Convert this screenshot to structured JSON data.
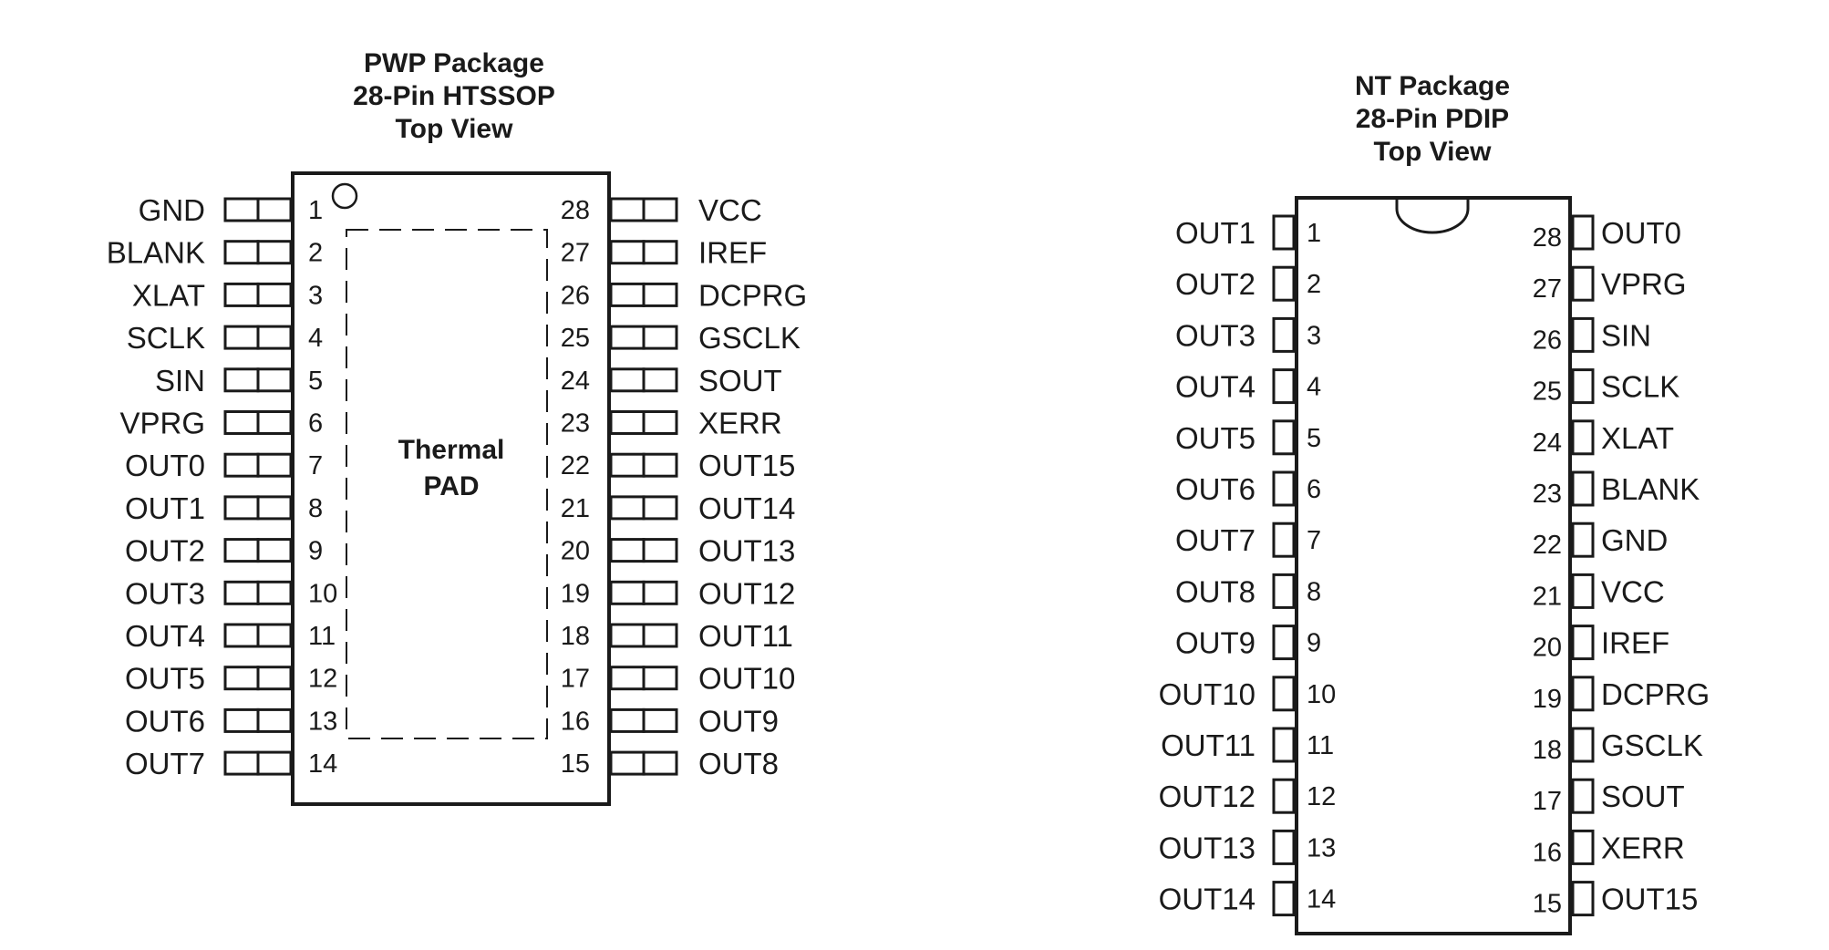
{
  "diagrams": [
    {
      "id": "pwp",
      "title_lines": [
        "PWP Package",
        "28-Pin HTSSOP",
        "Top View"
      ],
      "pad_label_lines": [
        "Thermal",
        "PAD"
      ],
      "left_pins": [
        {
          "num": "1",
          "name": "GND"
        },
        {
          "num": "2",
          "name": "BLANK"
        },
        {
          "num": "3",
          "name": "XLAT"
        },
        {
          "num": "4",
          "name": "SCLK"
        },
        {
          "num": "5",
          "name": "SIN"
        },
        {
          "num": "6",
          "name": "VPRG"
        },
        {
          "num": "7",
          "name": "OUT0"
        },
        {
          "num": "8",
          "name": "OUT1"
        },
        {
          "num": "9",
          "name": "OUT2"
        },
        {
          "num": "10",
          "name": "OUT3"
        },
        {
          "num": "11",
          "name": "OUT4"
        },
        {
          "num": "12",
          "name": "OUT5"
        },
        {
          "num": "13",
          "name": "OUT6"
        },
        {
          "num": "14",
          "name": "OUT7"
        }
      ],
      "right_pins": [
        {
          "num": "28",
          "name": "VCC"
        },
        {
          "num": "27",
          "name": "IREF"
        },
        {
          "num": "26",
          "name": "DCPRG"
        },
        {
          "num": "25",
          "name": "GSCLK"
        },
        {
          "num": "24",
          "name": "SOUT"
        },
        {
          "num": "23",
          "name": "XERR"
        },
        {
          "num": "22",
          "name": "OUT15"
        },
        {
          "num": "21",
          "name": "OUT14"
        },
        {
          "num": "20",
          "name": "OUT13"
        },
        {
          "num": "19",
          "name": "OUT12"
        },
        {
          "num": "18",
          "name": "OUT11"
        },
        {
          "num": "17",
          "name": "OUT10"
        },
        {
          "num": "16",
          "name": "OUT9"
        },
        {
          "num": "15",
          "name": "OUT8"
        }
      ]
    },
    {
      "id": "nt",
      "title_lines": [
        "NT Package",
        "28-Pin PDIP",
        "Top View"
      ],
      "left_pins": [
        {
          "num": "1",
          "name": "OUT1"
        },
        {
          "num": "2",
          "name": "OUT2"
        },
        {
          "num": "3",
          "name": "OUT3"
        },
        {
          "num": "4",
          "name": "OUT4"
        },
        {
          "num": "5",
          "name": "OUT5"
        },
        {
          "num": "6",
          "name": "OUT6"
        },
        {
          "num": "7",
          "name": "OUT7"
        },
        {
          "num": "8",
          "name": "OUT8"
        },
        {
          "num": "9",
          "name": "OUT9"
        },
        {
          "num": "10",
          "name": "OUT10"
        },
        {
          "num": "11",
          "name": "OUT11"
        },
        {
          "num": "12",
          "name": "OUT12"
        },
        {
          "num": "13",
          "name": "OUT13"
        },
        {
          "num": "14",
          "name": "OUT14"
        }
      ],
      "right_pins": [
        {
          "num": "28",
          "name": "OUT0"
        },
        {
          "num": "27",
          "name": "VPRG"
        },
        {
          "num": "26",
          "name": "SIN"
        },
        {
          "num": "25",
          "name": "SCLK"
        },
        {
          "num": "24",
          "name": "XLAT"
        },
        {
          "num": "23",
          "name": "BLANK"
        },
        {
          "num": "22",
          "name": "GND"
        },
        {
          "num": "21",
          "name": "VCC"
        },
        {
          "num": "20",
          "name": "IREF"
        },
        {
          "num": "19",
          "name": "DCPRG"
        },
        {
          "num": "18",
          "name": "GSCLK"
        },
        {
          "num": "17",
          "name": "SOUT"
        },
        {
          "num": "16",
          "name": "XERR"
        },
        {
          "num": "15",
          "name": "OUT15"
        }
      ]
    }
  ]
}
